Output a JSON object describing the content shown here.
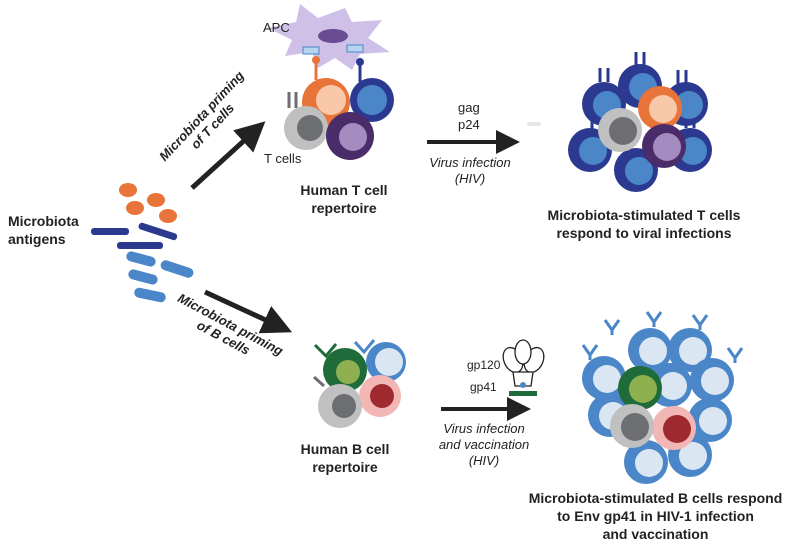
{
  "left_label": [
    "Microbiota",
    "antigens"
  ],
  "apc_label": "APC",
  "t_cells_label": "T cells",
  "t_repertoire": [
    "Human T cell",
    "repertoire"
  ],
  "b_repertoire": [
    "Human B cell",
    "repertoire"
  ],
  "t_priming": [
    "Microbiota priming",
    "of T cells"
  ],
  "b_priming": [
    "Microbiota priming",
    "of B cells"
  ],
  "gag": "gag",
  "p24": "p24",
  "virus_t": [
    "Virus infection",
    "(HIV)"
  ],
  "gp120": "gp120",
  "gp41": "gp41",
  "virus_b": [
    "Virus infection",
    "and vaccination",
    "(HIV)"
  ],
  "t_result": [
    "Microbiota-stimulated T cells",
    "respond to viral infections"
  ],
  "b_result": [
    "Microbiota-stimulated B cells respond",
    "to Env gp41 in HIV-1 infection",
    "and vaccination"
  ],
  "colors": {
    "t_navy": "#2b3990",
    "t_blue": "#4a86c8",
    "orange": "#e8743a",
    "peach": "#f9c8a8",
    "purple_dark": "#4b2c6a",
    "purple_light": "#a58cc0",
    "grey_dark": "#6d6e71",
    "grey_light": "#c0c0c0",
    "b_blue": "#4a86c8",
    "b_pale": "#dbe6f3",
    "green_dark": "#1f6b3a",
    "green_light": "#8fb04f",
    "red_dark": "#9e2a2f",
    "pink": "#f2b7b5",
    "apc": "#cfc0e8",
    "apc_nucleus": "#6a4c93"
  }
}
